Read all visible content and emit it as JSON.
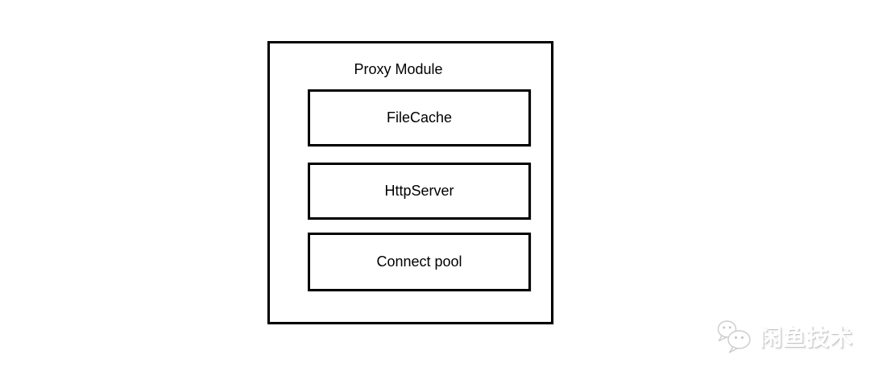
{
  "diagram": {
    "title": "Proxy Module",
    "modules": [
      {
        "label": "FileCache"
      },
      {
        "label": "HttpServer"
      },
      {
        "label": "Connect pool"
      }
    ]
  },
  "watermark": {
    "text": "闲鱼技术",
    "icon": "wechat-bubbles-icon"
  },
  "colors": {
    "background": "#ffffff",
    "box_border": "#000000",
    "box_fill": "#ffffff",
    "text": "#000000",
    "watermark_fill": "#ffffff",
    "watermark_shadow": "#c6c6c6"
  }
}
